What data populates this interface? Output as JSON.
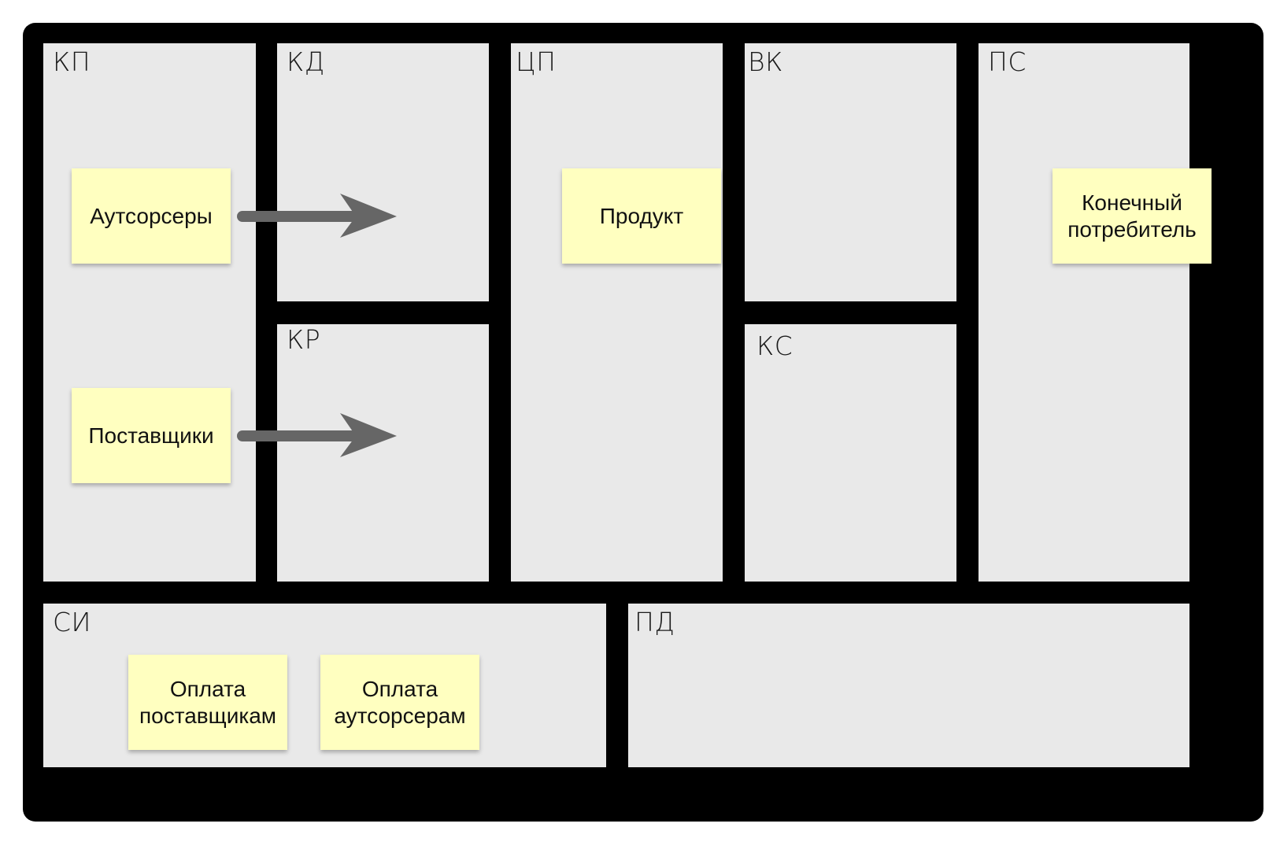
{
  "blocks": {
    "kp": "КП",
    "kd": "КД",
    "kr": "КР",
    "cp": "ЦП",
    "vk": "ВК",
    "ks": "КС",
    "ps": "ПС",
    "si": "СИ",
    "pd": "ПД"
  },
  "stickies": {
    "outsourcers": "Аутсорсеры",
    "suppliers": "Поставщики",
    "product": "Продукт",
    "end_consumer": "Конечный потребитель",
    "pay_suppliers": "Оплата поставщикам",
    "pay_outsourcers": "Оплата аутсорсерам"
  },
  "colors": {
    "frame": "#000000",
    "cell_background": "#e9e9e9",
    "sticky_background": "#ffffc0",
    "arrow": "#666666"
  },
  "icons": {
    "arrow": "right-arrow-icon"
  }
}
